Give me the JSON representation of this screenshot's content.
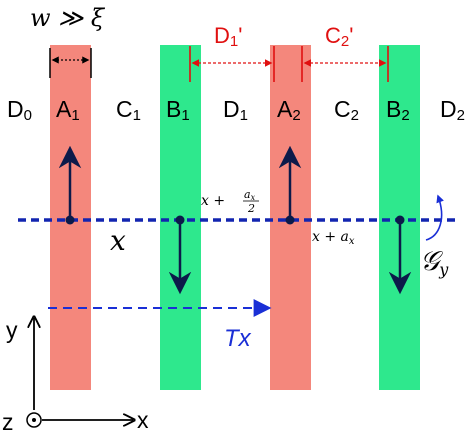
{
  "colors": {
    "red_strip": "#f4877c",
    "green_strip": "#2ee88d",
    "dashed_line": "#1225b0",
    "arrow": "#0c1a4a",
    "red_marker": "#e01010",
    "tx_arrow": "#1a2fd6"
  },
  "labels": {
    "width_note": "w ≫ ξ",
    "D0": "D",
    "D0_sub": "0",
    "A1": "A",
    "A1_sub": "1",
    "C1": "C",
    "C1_sub": "1",
    "B1": "B",
    "B1_sub": "1",
    "D1": "D",
    "D1_sub": "1",
    "A2": "A",
    "A2_sub": "2",
    "C2": "C",
    "C2_sub": "2",
    "B2": "B",
    "B2_sub": "2",
    "D2": "D",
    "D2_sub": "2",
    "D1p": "D",
    "D1p_sub": "1",
    "D1p_prime": "'",
    "C2p": "C",
    "C2p_sub": "2",
    "C2p_prime": "'",
    "x_pos": "x",
    "x_half_base": "x +",
    "x_half_num": "a",
    "x_half_num_sub": "x",
    "x_half_den": "2",
    "x_full_base": "x + a",
    "x_full_sub": "x",
    "Gy": "𝒢",
    "Gy_sub": "y",
    "Tx": "Tx",
    "axis_y": "y",
    "axis_x": "x",
    "axis_z": "z"
  }
}
